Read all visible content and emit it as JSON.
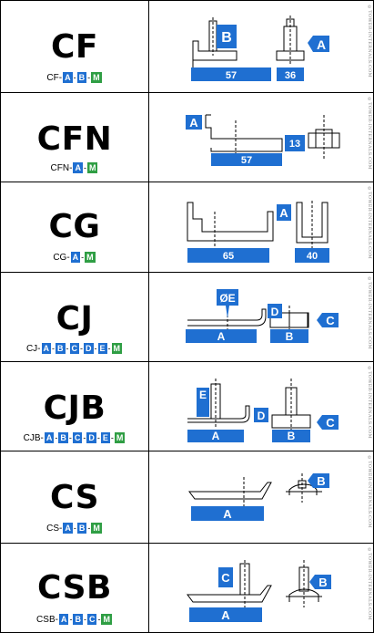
{
  "watermark": "©TOWER-INTERNALS.COM",
  "rows": [
    {
      "code": "CF",
      "prefix": "CF-",
      "parts": [
        "A",
        "B",
        "M"
      ]
    },
    {
      "code": "CFN",
      "prefix": "CFN-",
      "parts": [
        "A",
        "M"
      ]
    },
    {
      "code": "CG",
      "prefix": "CG-",
      "parts": [
        "A",
        "M"
      ]
    },
    {
      "code": "CJ",
      "prefix": "CJ-",
      "parts": [
        "A",
        "B",
        "C",
        "D",
        "E",
        "M"
      ]
    },
    {
      "code": "CJB",
      "prefix": "CJB-",
      "parts": [
        "A",
        "B",
        "C",
        "D",
        "E",
        "M"
      ]
    },
    {
      "code": "CS",
      "prefix": "CS-",
      "parts": [
        "A",
        "B",
        "M"
      ]
    },
    {
      "code": "CSB",
      "prefix": "CSB-",
      "parts": [
        "A",
        "B",
        "C",
        "M"
      ]
    }
  ],
  "labels": {
    "cf": {
      "b": "B",
      "a": "A",
      "w1": "57",
      "w2": "36"
    },
    "cfn": {
      "a": "A",
      "h": "13",
      "w": "57"
    },
    "cg": {
      "a": "A",
      "w1": "65",
      "w2": "40"
    },
    "cj": {
      "e": "ØE",
      "d": "D",
      "c": "C",
      "a": "A",
      "b": "B"
    },
    "cjb": {
      "e": "E",
      "d": "D",
      "c": "C",
      "a": "A",
      "b": "B"
    },
    "cs": {
      "b": "B",
      "a": "A"
    },
    "csb": {
      "c": "C",
      "b": "B",
      "a": "A"
    }
  },
  "colors": {
    "blue": "#1f6fd1",
    "green": "#2f9e44"
  }
}
